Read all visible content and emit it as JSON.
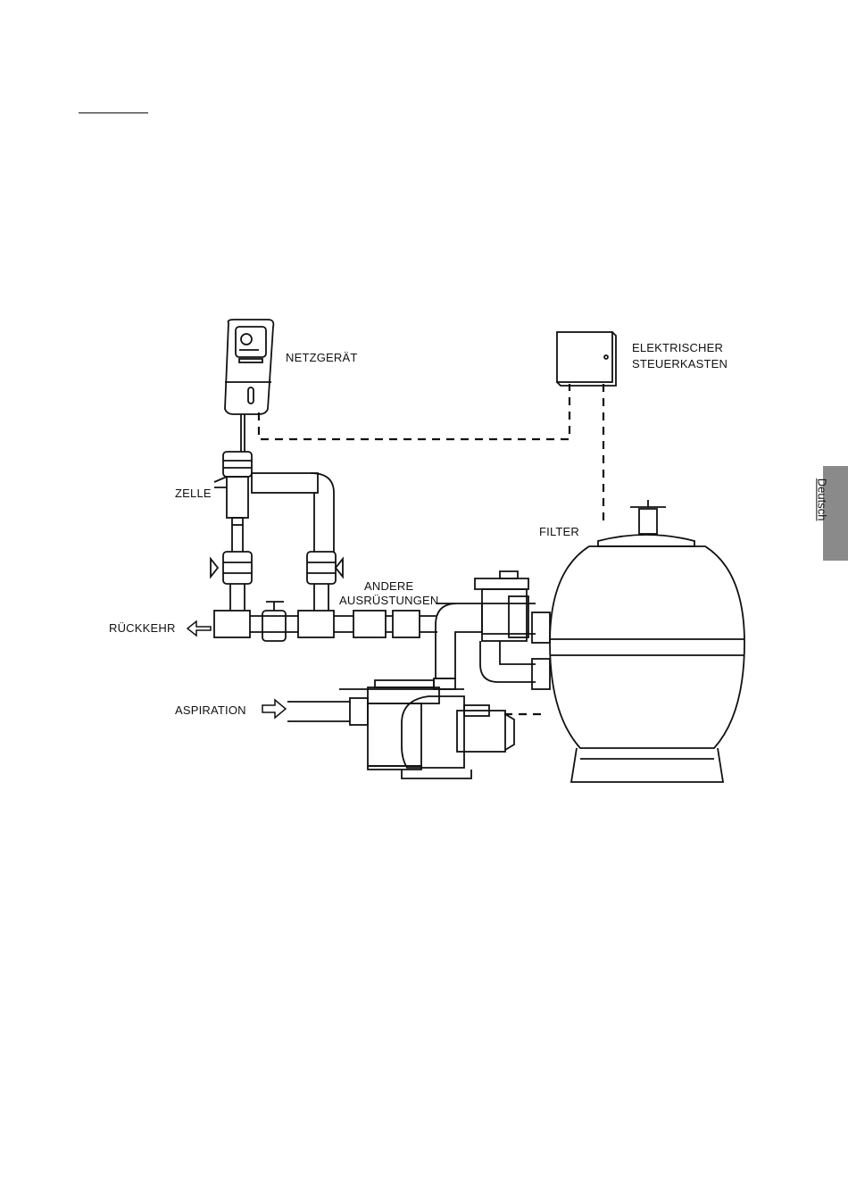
{
  "side_tab": {
    "label": "Deutsch"
  },
  "diagram": {
    "labels": {
      "power_supply": "NETZGERÄT",
      "control_box_line1": "ELEKTRISCHER",
      "control_box_line2": "STEUERKASTEN",
      "cell": "ZELLE",
      "filter": "FILTER",
      "other_equipment_line1": "ANDERE",
      "other_equipment_line2": "AUSRÜSTUNGEN",
      "return": "RÜCKKEHR",
      "suction": "ASPIRATION"
    }
  }
}
